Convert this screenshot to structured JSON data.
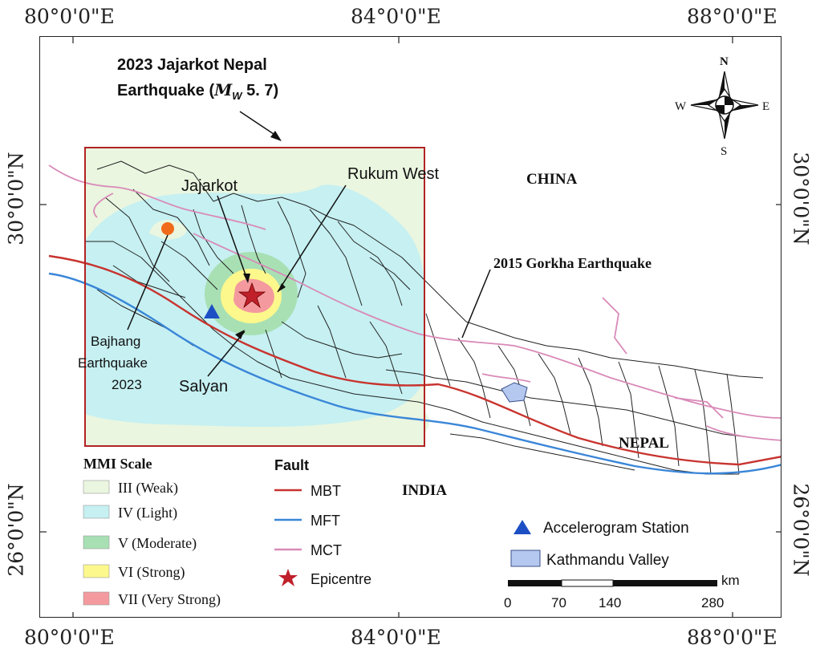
{
  "graticule": {
    "top": [
      "80°0'0\"E",
      "84°0'0\"E",
      "88°0'0\"E"
    ],
    "bottom": [
      "80°0'0\"E",
      "84°0'0\"E",
      "88°0'0\"E"
    ],
    "left": [
      "30°0'0\"N",
      "26°0'0\"N"
    ],
    "right": [
      "30°0'0\"N",
      "26°0'0\"N"
    ]
  },
  "title": {
    "line1": "2023 Jajarkot Nepal",
    "line2_prefix": "Earthquake (",
    "line2_m": "M",
    "line2_sub": "W",
    "line2_suffix": " 5. 7)"
  },
  "north_arrow": {
    "n": "N",
    "s": "S",
    "e": "E",
    "w": "W"
  },
  "labels": {
    "china": "CHINA",
    "india": "INDIA",
    "nepal": "NEPAL",
    "jajarkot": "Jajarkot",
    "rukum": "Rukum West",
    "salyan": "Salyan",
    "gorkha": "2015 Gorkha Earthquake",
    "bajhang_1": "Bajhang",
    "bajhang_2": "Earthquake",
    "bajhang_3": "2023"
  },
  "mmi_legend": {
    "title": "MMI Scale",
    "items": [
      {
        "label": "III (Weak)",
        "color": "#eaf6e0"
      },
      {
        "label": "IV (Light)",
        "color": "#c6f0f2"
      },
      {
        "label": "V (Moderate)",
        "color": "#a8e0b4"
      },
      {
        "label": "VI (Strong)",
        "color": "#fdf88c"
      },
      {
        "label": "VII (Very Strong)",
        "color": "#f49a9e"
      }
    ]
  },
  "fault_legend": {
    "title": "Fault",
    "items": [
      {
        "label": "MBT",
        "color": "#c8342f"
      },
      {
        "label": "MFT",
        "color": "#3a86d8"
      },
      {
        "label": "MCT",
        "color": "#d98ab8"
      }
    ],
    "epicentre": "Epicentre",
    "epicentre_color": "#c0202a"
  },
  "other_legend": {
    "station": "Accelerogram Station",
    "station_color": "#1d4fc4",
    "valley": "Kathmandu Valley",
    "valley_color": "#b4c8f0"
  },
  "scalebar": {
    "unit": "km",
    "ticks": [
      "0",
      "70",
      "140",
      "280"
    ]
  }
}
